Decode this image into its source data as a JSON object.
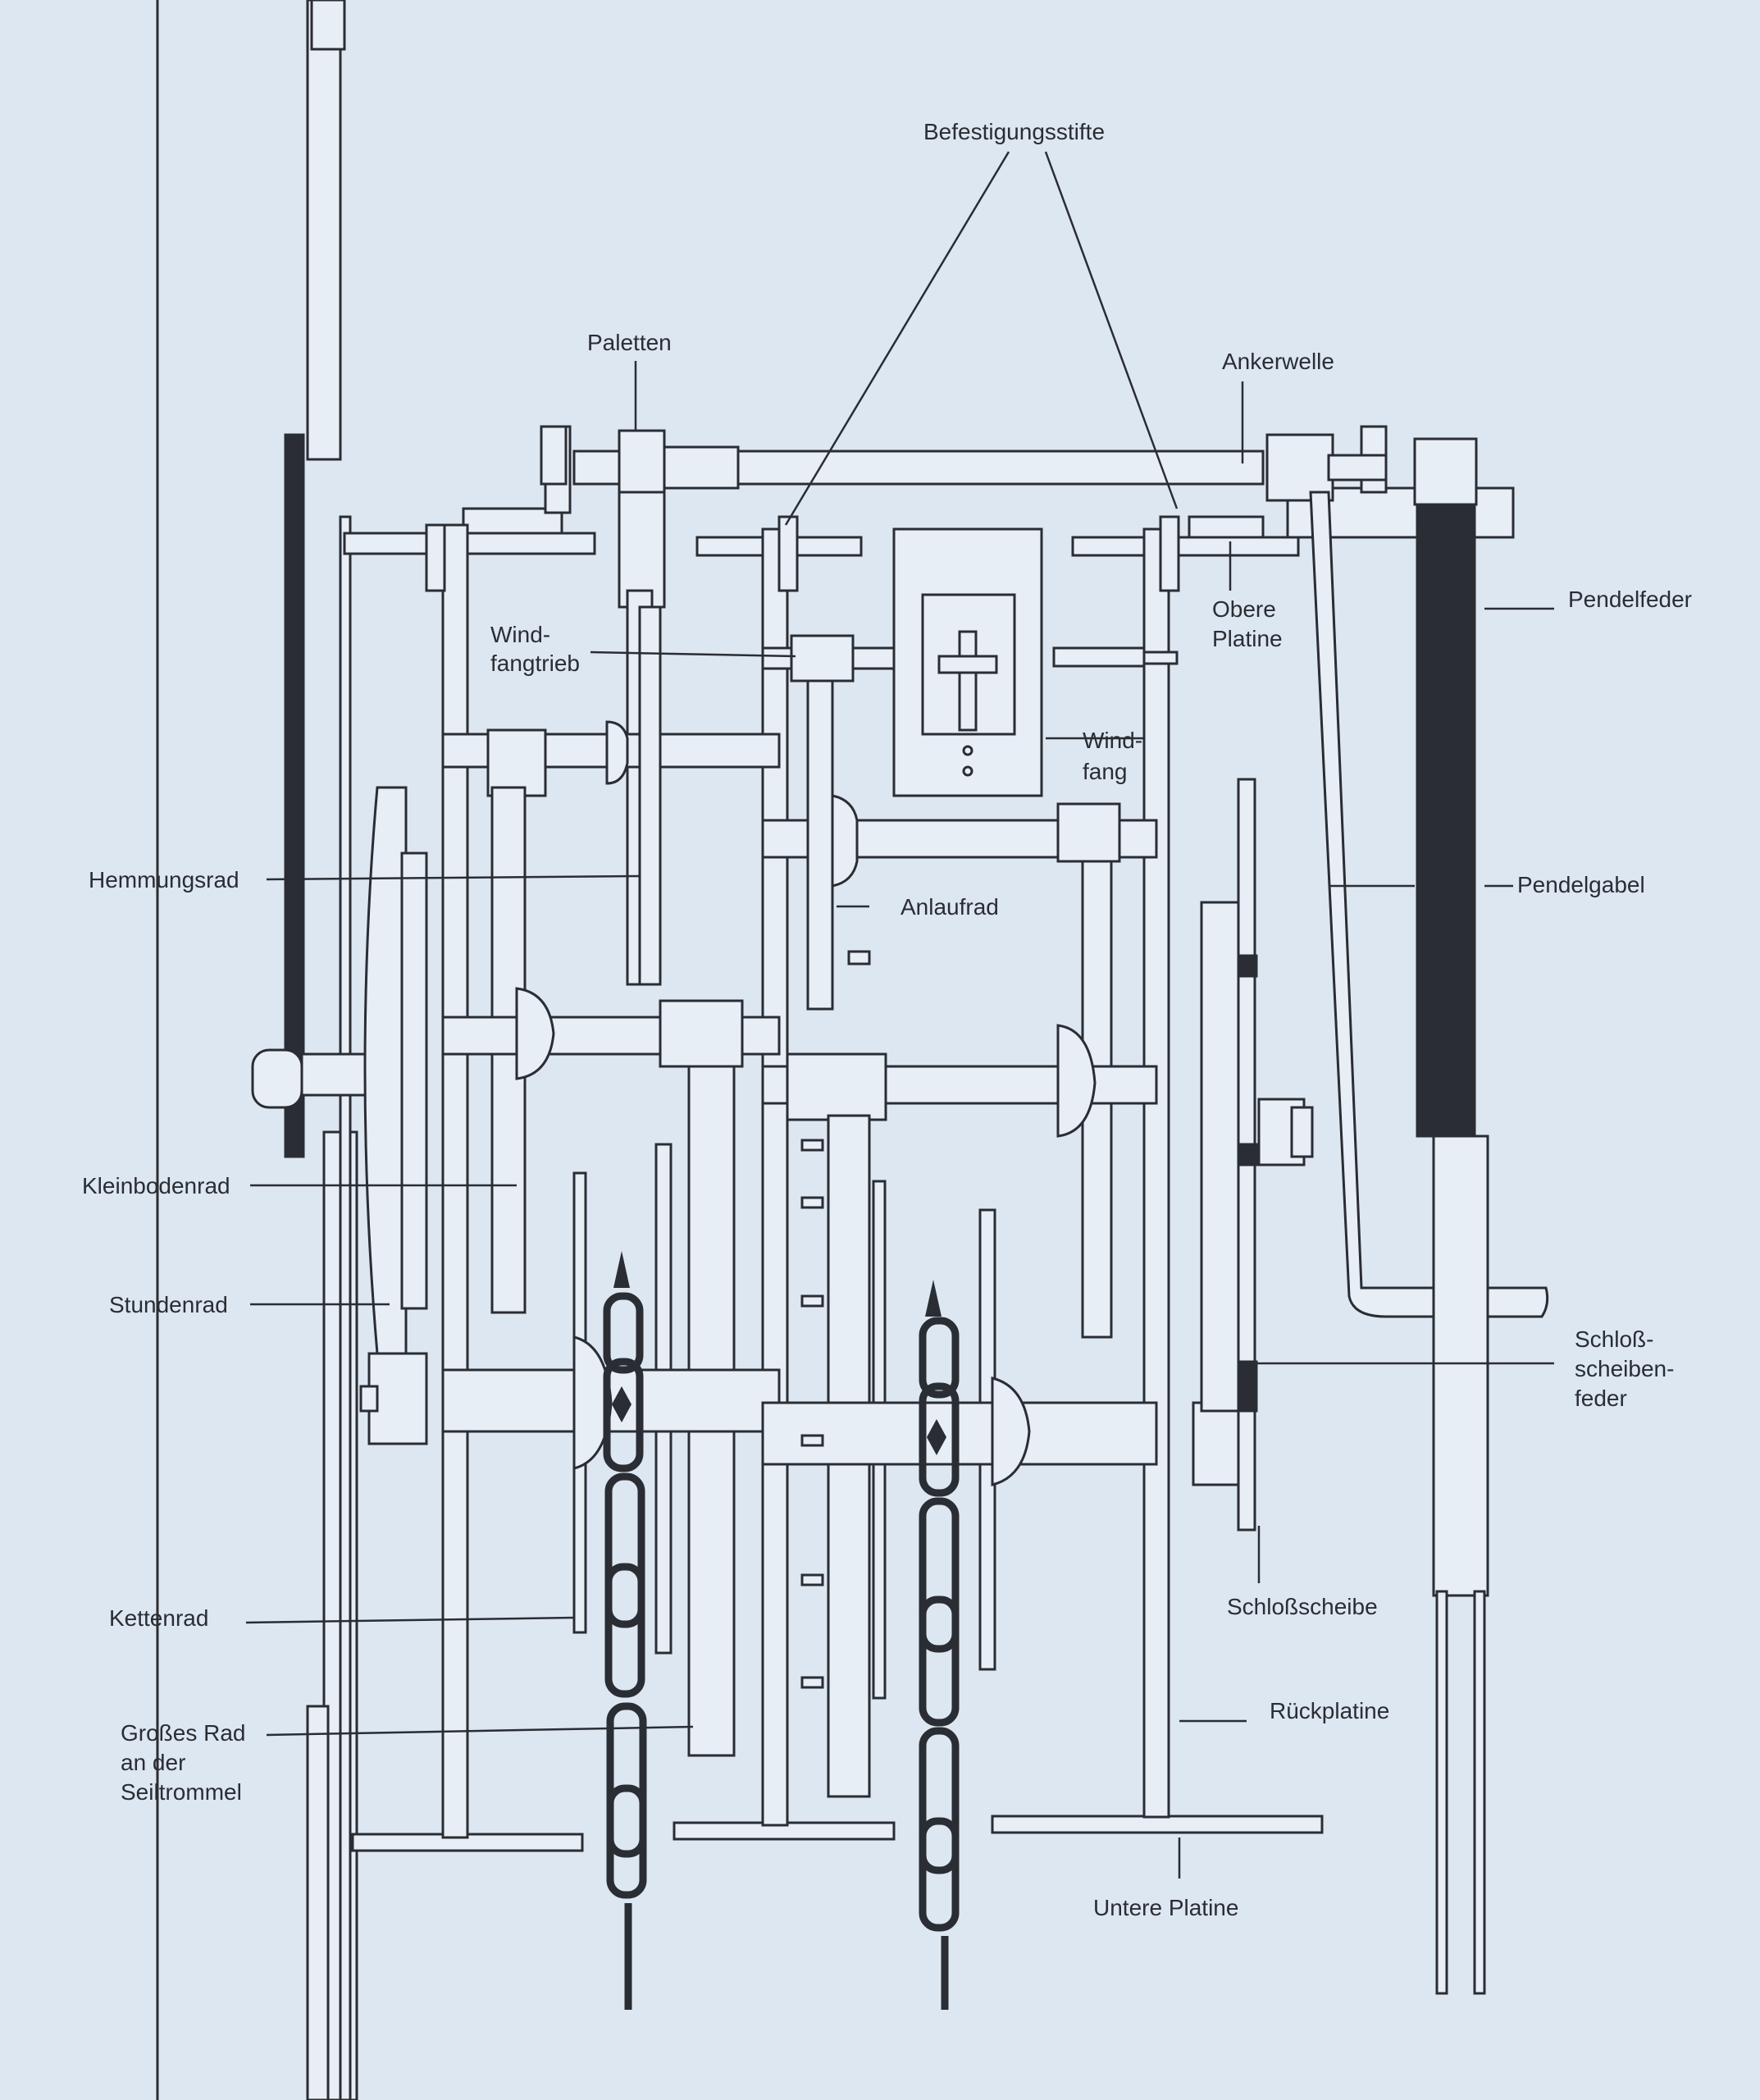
{
  "colors": {
    "background": "#dde7f2",
    "ink": "#2a2d33",
    "part_fill": "#e8eef6"
  },
  "labels": {
    "befestigungsstifte": "Befestigungsstifte",
    "paletten": "Paletten",
    "ankerwelle": "Ankerwelle",
    "pendelfeder": "Pendelfeder",
    "obere_platine_1": "Obere",
    "obere_platine_2": "Platine",
    "windfangtrieb_1": "Wind-",
    "windfangtrieb_2": "fangtrieb",
    "windfang_1": "Wind-",
    "windfang_2": "fang",
    "hemmungsrad": "Hemmungsrad",
    "pendelgabel": "Pendelgabel",
    "anlaufrad": "Anlaufrad",
    "kleinbodenrad": "Kleinbodenrad",
    "stundenrad": "Stundenrad",
    "schlossscheibenfeder_1": "Schloß-",
    "schlossscheibenfeder_2": "scheiben-",
    "schlossscheibenfeder_3": "feder",
    "schlossscheibe": "Schloßscheibe",
    "kettenrad": "Kettenrad",
    "rueckplatine": "Rückplatine",
    "grosses_rad_1": "Großes Rad",
    "grosses_rad_2": "an der",
    "grosses_rad_3": "Seiltrommel",
    "untere_platine": "Untere Platine"
  }
}
